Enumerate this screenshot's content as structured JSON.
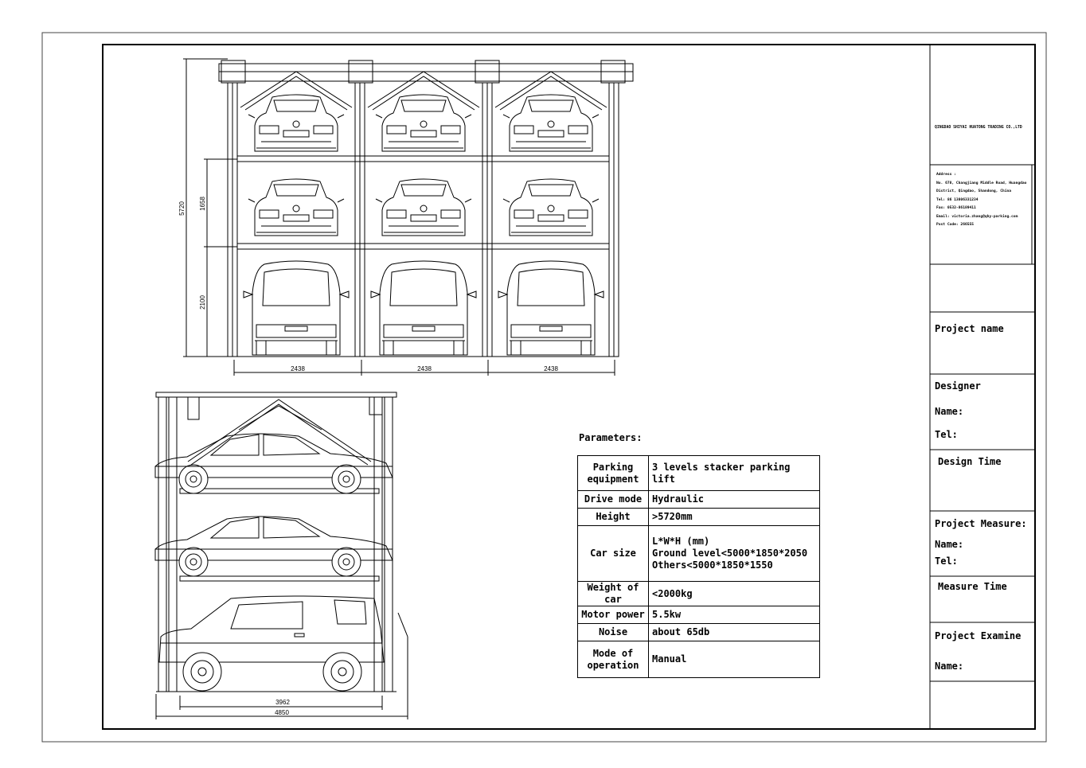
{
  "title_block": {
    "company": "QINGDAO SHIYAI HUATONG TRADING CO.,LTD",
    "address_lines": [
      "Address :",
      "No. 678, Changjiang Middle Road, Huangdao",
      "District, Qingdao, Shandong, China",
      "Tel: 86 13806331234",
      "Fax: 0532-86189411",
      "Email: victoria.zhang@qhy-parking.com",
      "Post Code: 266555"
    ],
    "project_name": "Project name",
    "designer": "Designer",
    "designer_name": "Name:",
    "designer_tel": "Tel:",
    "design_time": "Design Time",
    "project_measure": "Project Measure:",
    "measure_name": "Name:",
    "measure_tel": "Tel:",
    "measure_time": "Measure Time",
    "project_examine": "Project Examine",
    "examine_name": "Name:"
  },
  "front_view": {
    "dim_total_height": "5720",
    "dim_upper_level": "1658",
    "dim_ground_level": "2100",
    "dim_widths": [
      "2438",
      "2438",
      "2438"
    ]
  },
  "side_view": {
    "dim_inner_length": "3962",
    "dim_total_length": "4850"
  },
  "parameters": {
    "title": "Parameters:",
    "rows": [
      {
        "k": [
          "Parking",
          "equipment"
        ],
        "v": [
          "3 levels stacker parking lift"
        ]
      },
      {
        "k": [
          "Drive mode"
        ],
        "v": [
          "Hydraulic"
        ]
      },
      {
        "k": [
          "Height"
        ],
        "v": [
          ">5720mm"
        ]
      },
      {
        "k": [
          "Car size"
        ],
        "v": [
          "L*W*H (mm)",
          "Ground level<5000*1850*2050",
          "Others<5000*1850*1550"
        ]
      },
      {
        "k": [
          "Weight of car"
        ],
        "v": [
          "<2000kg"
        ]
      },
      {
        "k": [
          "Motor power"
        ],
        "v": [
          "5.5kw"
        ]
      },
      {
        "k": [
          "Noise"
        ],
        "v": [
          "about 65db"
        ]
      },
      {
        "k": [
          "Mode of",
          "operation"
        ],
        "v": [
          "Manual"
        ]
      }
    ]
  }
}
